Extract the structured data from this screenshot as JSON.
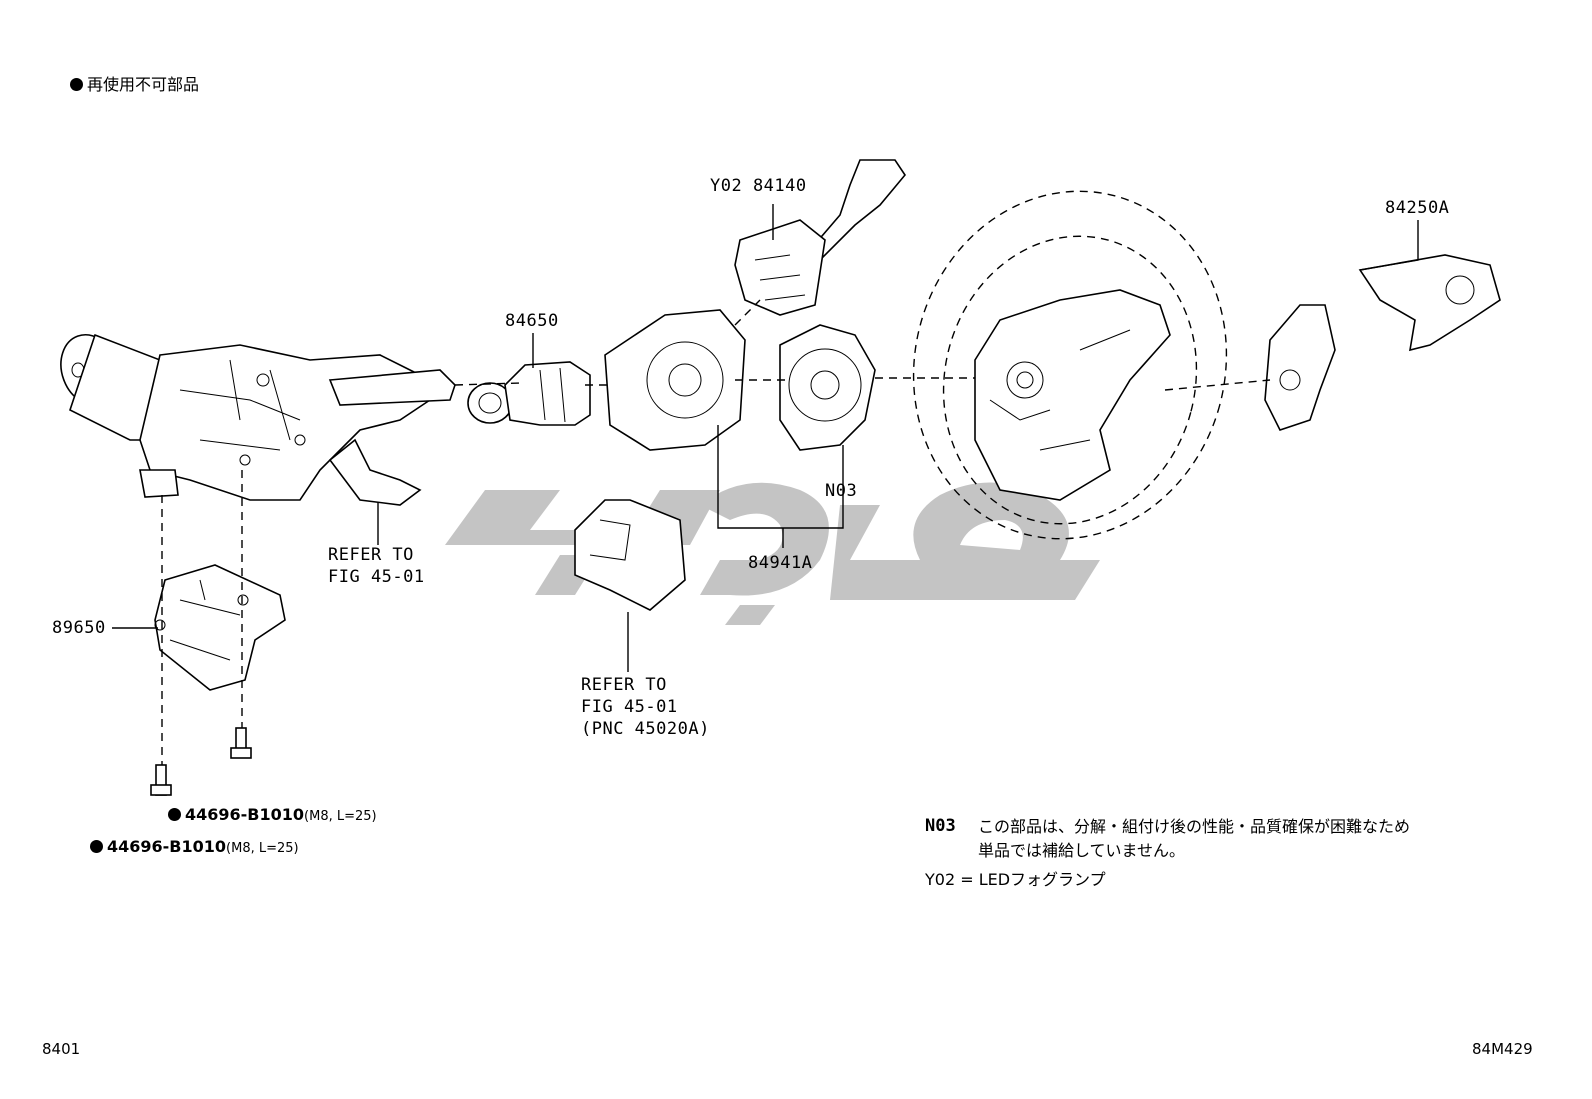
{
  "legend": {
    "symbol": "●",
    "text": "再使用不可部品"
  },
  "labels": {
    "y02_84140": "Y02 84140",
    "p84650": "84650",
    "p84250a": "84250A",
    "p89650": "89650",
    "n03": "N03",
    "p84941a": "84941A",
    "refer1": [
      "REFER TO",
      "FIG 45-01"
    ],
    "refer2": [
      "REFER TO",
      "FIG 45-01",
      "(PNC 45020A)"
    ],
    "bolt1": {
      "part": "44696-B1010",
      "spec": "(M8, L=25)"
    },
    "bolt2": {
      "part": "44696-B1010",
      "spec": "(M8, L=25)"
    }
  },
  "notes": {
    "n03_code": "N03",
    "n03_line1": "この部品は、分解・組付け後の性能・品質確保が困難なため",
    "n03_line2": "単品では補給していません。",
    "y02": "Y02 = LEDフォグランプ"
  },
  "footer": {
    "left": "8401",
    "right": "84M429"
  },
  "colors": {
    "line": "#000000",
    "watermark": "#c4c4c4"
  }
}
